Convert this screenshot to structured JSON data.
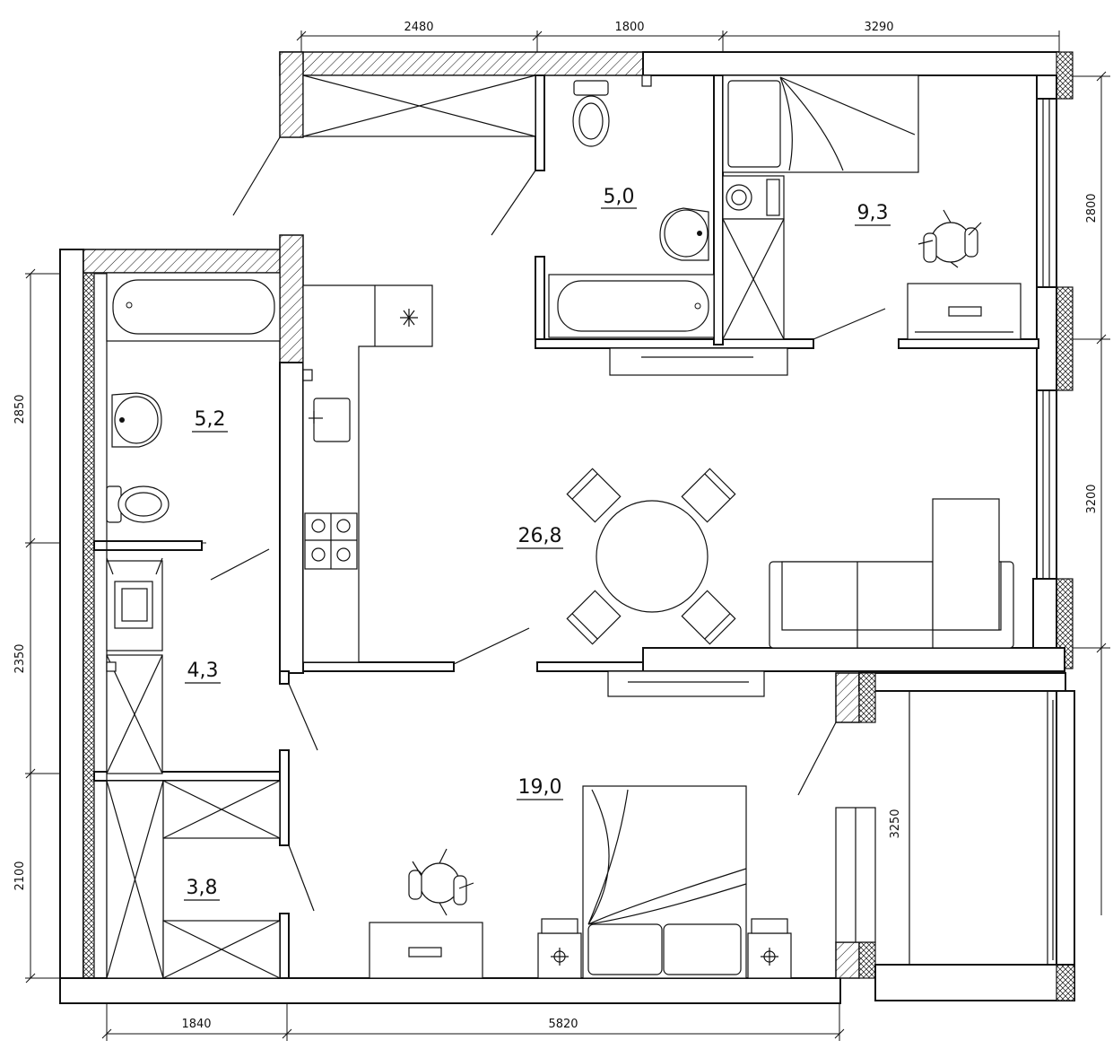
{
  "dimensions": {
    "top": [
      "2480",
      "1800",
      "3290"
    ],
    "right": [
      "2800",
      "3200",
      "3250"
    ],
    "left": [
      "2850",
      "2350",
      "2100"
    ],
    "bottom": [
      "1840",
      "5820"
    ]
  },
  "rooms": {
    "hallway_bath": "5,0",
    "bedroom_small": "9,3",
    "bathroom_left": "5,2",
    "laundry": "4,3",
    "living_kitchen": "26,8",
    "closet": "3,8",
    "bedroom_main": "19,0"
  }
}
